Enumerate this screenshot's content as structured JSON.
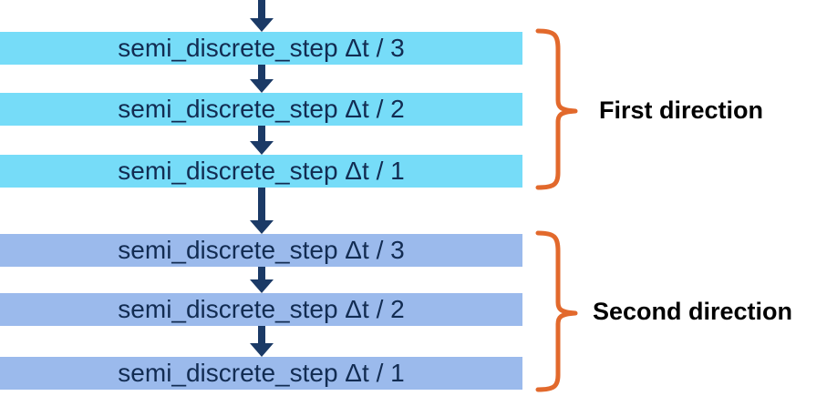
{
  "diagram": {
    "colors": {
      "bar_first": "#76dcf8",
      "bar_second": "#9bbaec",
      "arrow": "#1b3a66",
      "bar_text": "#122c52",
      "bracket": "#e2692c",
      "label_text": "#000000"
    },
    "groups": [
      {
        "label": "First direction",
        "steps": [
          "semi_discrete_step Δt / 3",
          "semi_discrete_step Δt / 2",
          "semi_discrete_step Δt / 1"
        ]
      },
      {
        "label": "Second direction",
        "steps": [
          "semi_discrete_step Δt / 3",
          "semi_discrete_step Δt / 2",
          "semi_discrete_step Δt / 1"
        ]
      }
    ]
  }
}
